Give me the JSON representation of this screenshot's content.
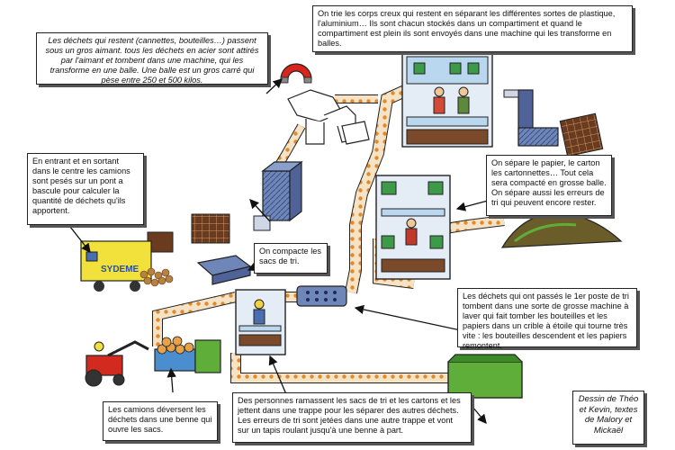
{
  "annotations": {
    "sorting_plastics": "On trie les corps creux qui restent en séparant les différentes sortes de plastique, l'aluminium… Ils sont chacun stockés dans un compartiment et quand le compartiment est plein ils sont envoyés dans une machine qui les transforme en balles.",
    "magnet": "Les déchets qui restent (cannettes, bouteilles…) passent sous un gros aimant. tous les déchets en acier sont attirés par l'aimant et tombent dans une machine, qui les transforme en une balle. Une balle est un gros carré qui pèse entre 250 et 500 kilos.",
    "weighbridge": "En entrant et en sortant dans le centre les camions sont pesés sur un pont a bascule pour calculer la quantité de déchets qu'ils apportent.",
    "paper_separation": "On sépare le papier, le carton les cartonnettes… Tout cela sera compacté en grosse balle. On sépare aussi les erreurs de tri qui peuvent encore rester.",
    "compact_bags": "On compacte les sacs de tri.",
    "trommel": "Les déchets qui ont passés le 1er poste de tri tombent dans une sorte de grosse machine à laver qui fait tomber les bouteilles et les papiers dans un crible à étoile qui tourne très vite : les bouteilles descendent et les papiers remontent.",
    "manual_sorting": "Des personnes ramassent les sacs de tri et les cartons et les jettent dans une trappe pour les séparer des autres déchets. Les erreurs de tri sont jetées dans une autre trappe et vont sur un tapis roulant jusqu'à une benne à part.",
    "unloading": "Les camions déversent les déchets dans une benne qui ouvre les sacs.",
    "credit": "Dessin de Théo et Kevin, textes de Malory et Mickaël"
  },
  "truck_label": "SYDEME",
  "colors": {
    "conveyor_fill": "#f6e2c4",
    "conveyor_dots": "#e08a2e",
    "machine_blue": "#6f86b8",
    "machine_dark": "#1f2b5a",
    "truck_yellow": "#f2e13a",
    "tractor_red": "#d22a1f",
    "green_bin": "#5fae3a",
    "bale_brown": "#6b3b1f",
    "magnet_red": "#d8261c"
  }
}
